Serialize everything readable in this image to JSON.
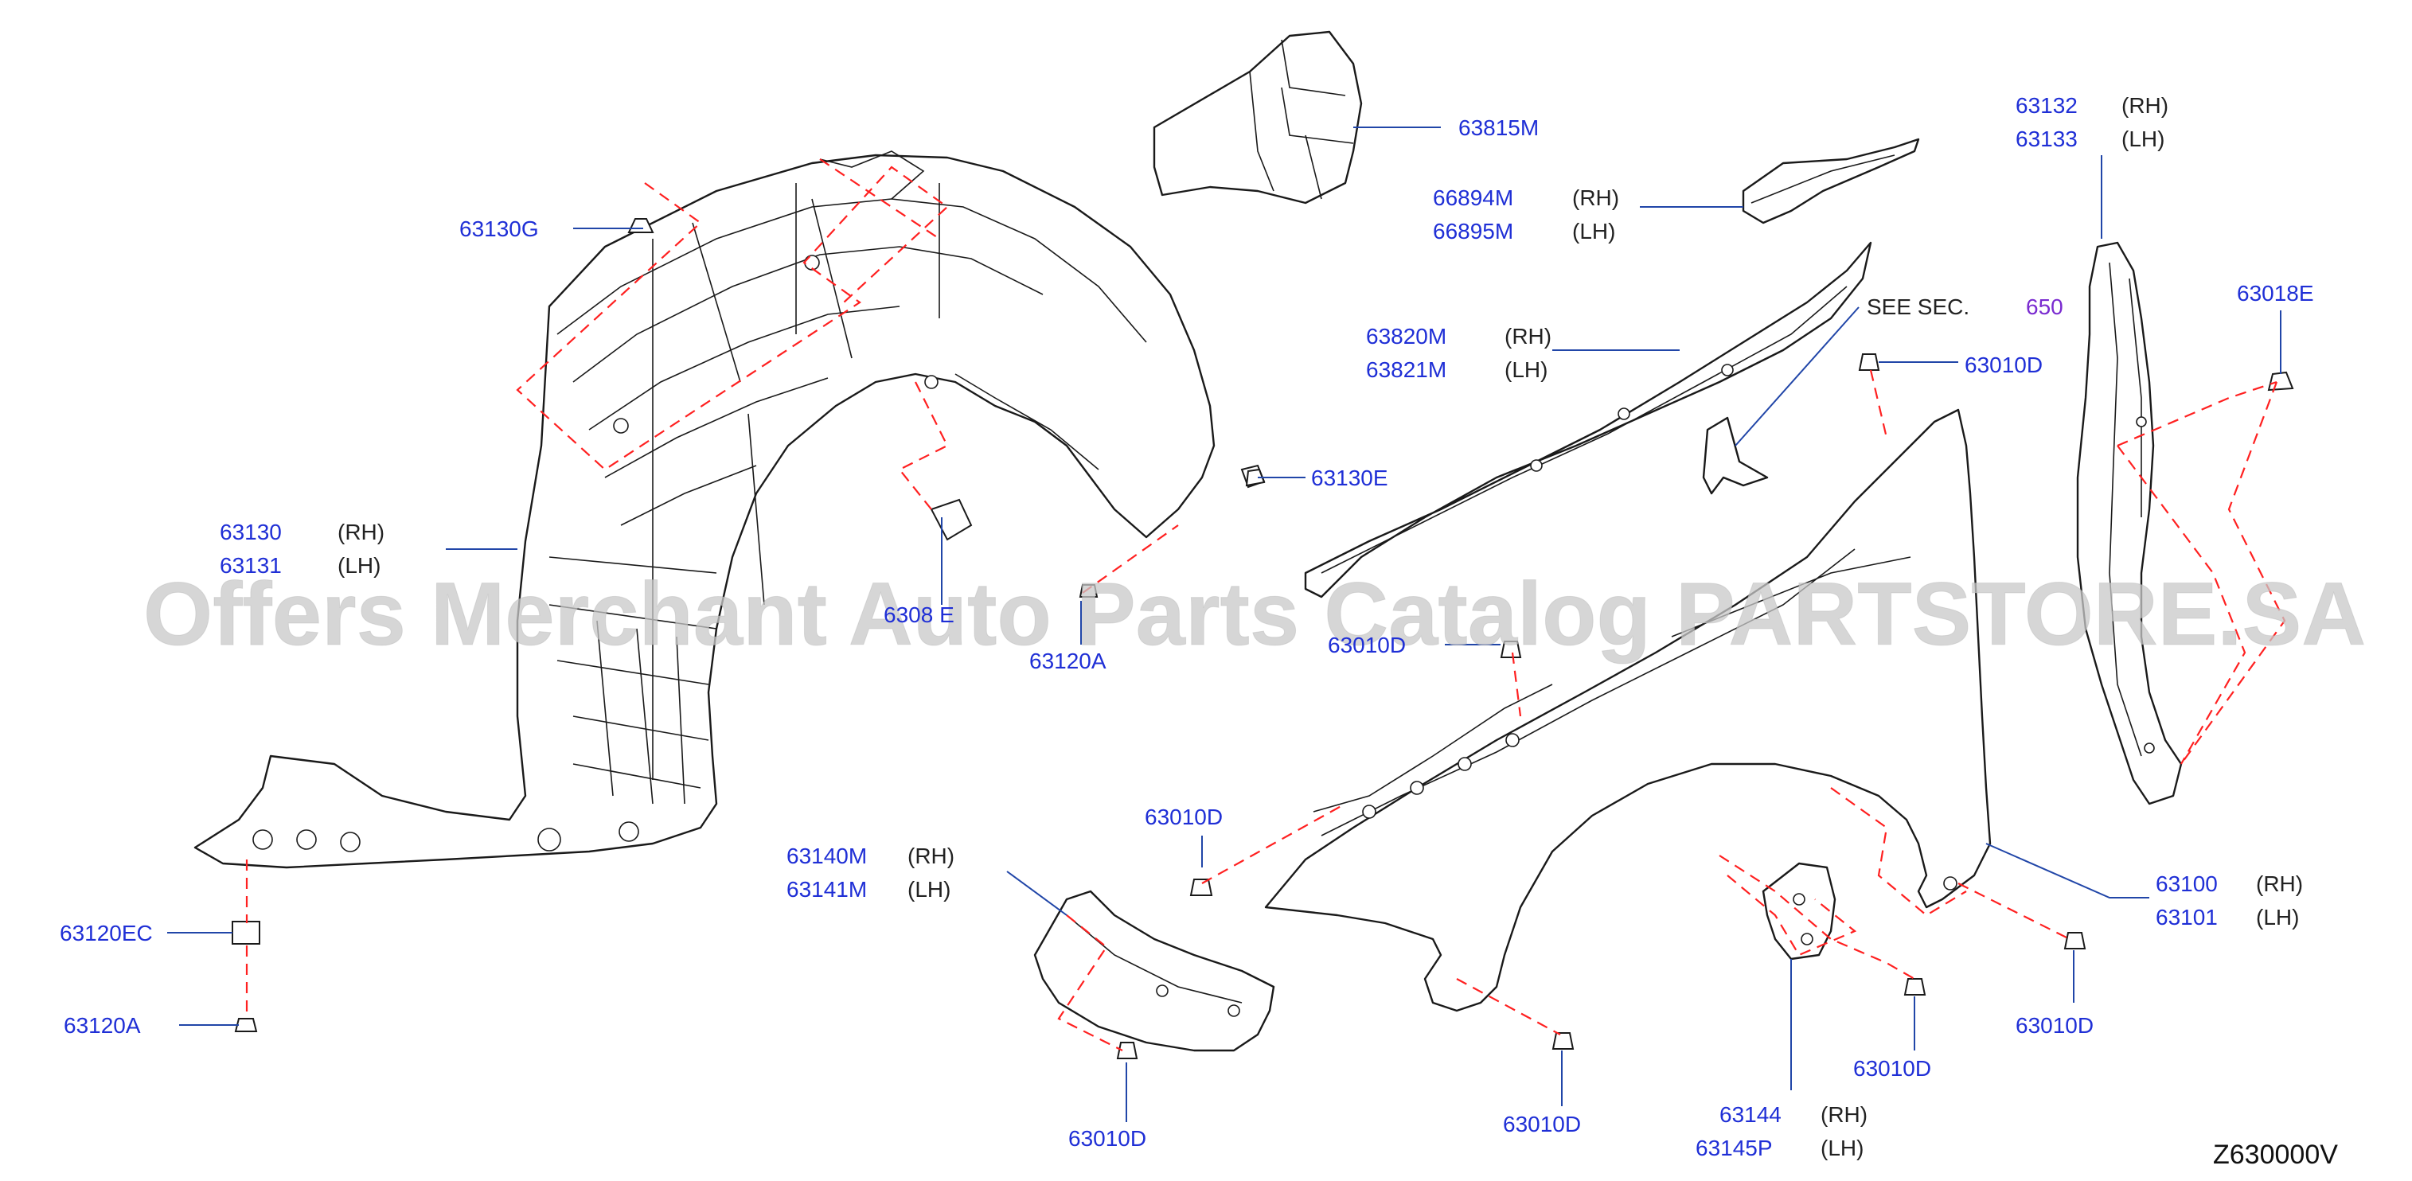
{
  "callouts": {
    "c63130G": "63130G",
    "c63130": "63130",
    "c63130_rh": "(RH)",
    "c63131": "63131",
    "c63131_lh": "(LH)",
    "c6308xE": "6308 E",
    "c63120A_1": "63120A",
    "c63130E": "63130E",
    "c63815M": "63815M",
    "c66894M": "66894M",
    "c66894M_rh": "(RH)",
    "c66895M": "66895M",
    "c66895M_lh": "(LH)",
    "c63820M": "63820M",
    "c63820M_rh": "(RH)",
    "c63821M": "63821M",
    "c63821M_lh": "(LH)",
    "see_sec": "SEE   SEC.",
    "sec_num": "650",
    "c63010D_top": "63010D",
    "c63010D_mid": "63010D",
    "c63132": "63132",
    "c63132_rh": "(RH)",
    "c63133": "63133",
    "c63133_lh": "(LH)",
    "c63018E": "63018E",
    "c63120EC": "63120EC",
    "c63120A_2": "63120A",
    "c63010D_left": "63010D",
    "c63140M": "63140M",
    "c63140M_rh": "(RH)",
    "c63141M": "63141M",
    "c63141M_lh": "(LH)",
    "c63010D_bracket": "63010D",
    "c63010D_bottom": "63010D",
    "c63144": "63144",
    "c63144_rh": "(RH)",
    "c63145P": "63145P",
    "c63145P_lh": "(LH)",
    "c63010D_b2": "63010D",
    "c63010D_right": "63010D",
    "c63100": "63100",
    "c63100_rh": "(RH)",
    "c63101": "63101",
    "c63101_lh": "(LH)"
  },
  "watermark": "Offers Merchant Auto Parts Catalog PARTSTORE.SA",
  "diagram_code": "Z630000V",
  "colors": {
    "part_number": "#1f2fd6",
    "leader": "#2146a8",
    "dashed_fastener": "#ff2020",
    "section_ref": "#7a2bd0"
  }
}
